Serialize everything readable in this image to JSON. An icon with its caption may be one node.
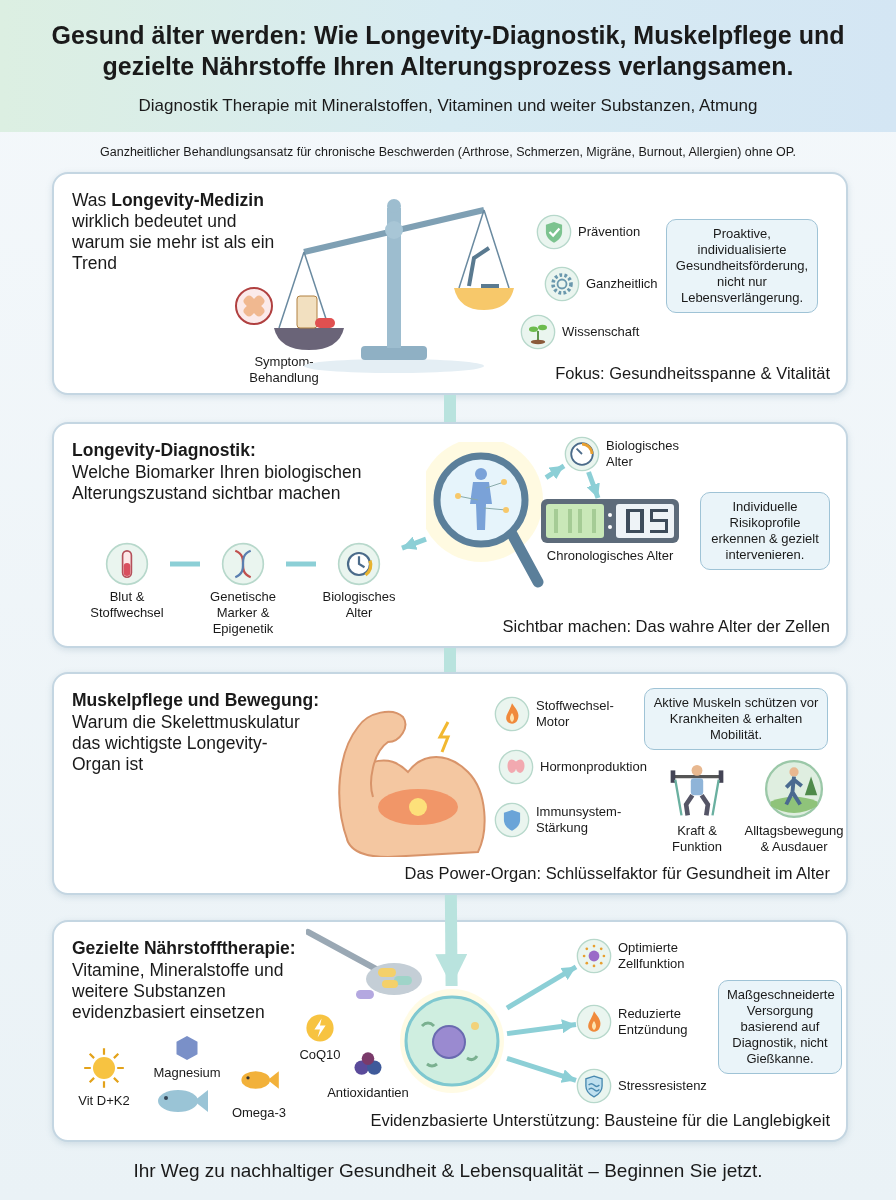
{
  "diagram": {
    "title": "Gesund älter werden: Wie Longevity-Diagnostik, Muskelpflege und gezielte Nährstoffe Ihren Alterungsprozess verlangsamen.",
    "nodes": [
      {
        "text": [
          "Was **Longevity-Medizin** wirklich bedeutet und warum sie mehr ist als ein Trend",
          "Fokus: Gesundheitsspanne & Vitalität"
        ]
      },
      {
        "text": [
          "Symptom-Behandlung"
        ],
        "in": 0
      },
      {
        "text": [
          "Prävention"
        ],
        "in": 0
      },
      {
        "text": [
          "Ganzheitlich"
        ],
        "in": 0
      },
      {
        "text": [
          "Wissenschaft"
        ],
        "in": 0
      },
      {
        "text": [
          "Proaktive, individualisierte Gesundheitsförderung, nicht nur Lebensverlängerung."
        ],
        "in": 0
      },
      {
        "text": [
          "Longevity-Diagnostik:",
          "Welche Biomarker Ihren biologischen Alterungszustand sichtbar machen",
          "Sichtbar machen: Das wahre Alter der Zellen"
        ]
      },
      {
        "text": [],
        "shape": "picture",
        "in": 6
      },
      {
        "text": [
          "Blut & Stoffwechsel"
        ],
        "in": 6
      },
      {
        "text": [
          "Genetische Marker & Epigenetik"
        ],
        "in": 6
      },
      {
        "text": [
          "Biologisches Alter"
        ],
        "in": 6
      },
      {
        "text": [
          "Biologisches Alter"
        ],
        "in": 6
      },
      {
        "text": [
          "Chronologisches Alter"
        ],
        "in": 6
      },
      {
        "text": [
          "Individuelle Risikoprofile erkennen & gezielt intervenieren."
        ],
        "in": 6
      },
      {
        "text": [
          "Muskelpflege und Bewegung:",
          "Warum die Skelettmuskulatur das wichtigste Longevity-Organ ist",
          "Das Power-Organ: Schlüsselfaktor für Gesundheit im Alter"
        ]
      },
      {
        "text": [
          "Stoffwechsel-Motor"
        ],
        "in": 14
      },
      {
        "text": [
          "Hormonproduktion"
        ],
        "in": 14
      },
      {
        "text": [
          "Immunsystem-Stärkung"
        ],
        "in": 14
      },
      {
        "text": [
          "Aktive Muskeln schützen vor Krankheiten & erhalten Mobilität."
        ],
        "in": 14
      },
      {
        "text": [
          "Kraft & Funktion"
        ],
        "in": 14
      },
      {
        "text": [
          "Alltagsbewegung & Ausdauer"
        ],
        "in": 14
      },
      {
        "text": [
          "Gezielte Nährstofftherapie:",
          "Vitamine, Mineralstoffe und weitere Substanzen evidenzbasiert einsetzen",
          "Evidenzbasierte Unterstützung: Bausteine für die Langlebigkeit"
        ]
      },
      {
        "text": [
          "Vit D+K2"
        ],
        "in": 21
      },
      {
        "text": [
          "Magnesium"
        ],
        "in": 21
      },
      {
        "text": [
          "Omega-3"
        ],
        "in": 21
      },
      {
        "text": [
          "CoQ10"
        ],
        "in": 21
      },
      {
        "text": [
          "Antioxidantien"
        ],
        "in": 21
      },
      {
        "text": [],
        "shape": "picture",
        "in": 21
      },
      {
        "text": [
          "Optimierte Zellfunktion"
        ],
        "in": 21
      },
      {
        "text": [
          "Reduzierte Entzündung"
        ],
        "in": 21
      },
      {
        "text": [
          "Stressresistenz"
        ],
        "in": 21
      },
      {
        "text": [
          "Maßgeschneiderte Versorgung basierend auf Diagnostik, nicht Gießkanne."
        ],
        "in": 21
      }
    ],
    "edges": [
      {
        "from": 0,
        "to": 6,
        "arrow": "none",
        "style": "thick"
      },
      {
        "from": 6,
        "to": 14,
        "arrow": "none",
        "style": "thick"
      },
      {
        "from": 14,
        "to": 27,
        "arrow": "to",
        "style": "thick"
      },
      {
        "from": 7,
        "to": 10,
        "arrow": "to"
      },
      {
        "from": 8,
        "to": 9,
        "arrow": "none"
      },
      {
        "from": 9,
        "to": 10,
        "arrow": "none"
      },
      {
        "from": 7,
        "to": 11,
        "arrow": "to"
      },
      {
        "from": 11,
        "to": 12,
        "arrow": "to"
      },
      {
        "from": 27,
        "to": 28,
        "arrow": "to"
      },
      {
        "from": 27,
        "to": 29,
        "arrow": "to"
      },
      {
        "from": 27,
        "to": 30,
        "arrow": "to"
      }
    ],
    "labels": [
      "Diagnostik Therapie mit Mineralstoffen, Vitaminen und weiter Substanzen, Atmung",
      "Ganzheitlicher Behandlungsansatz für chronische Beschwerden (Arthrose, Schmerzen, Migräne, Burnout, Allergien) ohne OP.",
      "Ihr Weg zu nachhaltiger Gesundheit & Lebensqualität – Beginnen Sie jetzt."
    ]
  }
}
